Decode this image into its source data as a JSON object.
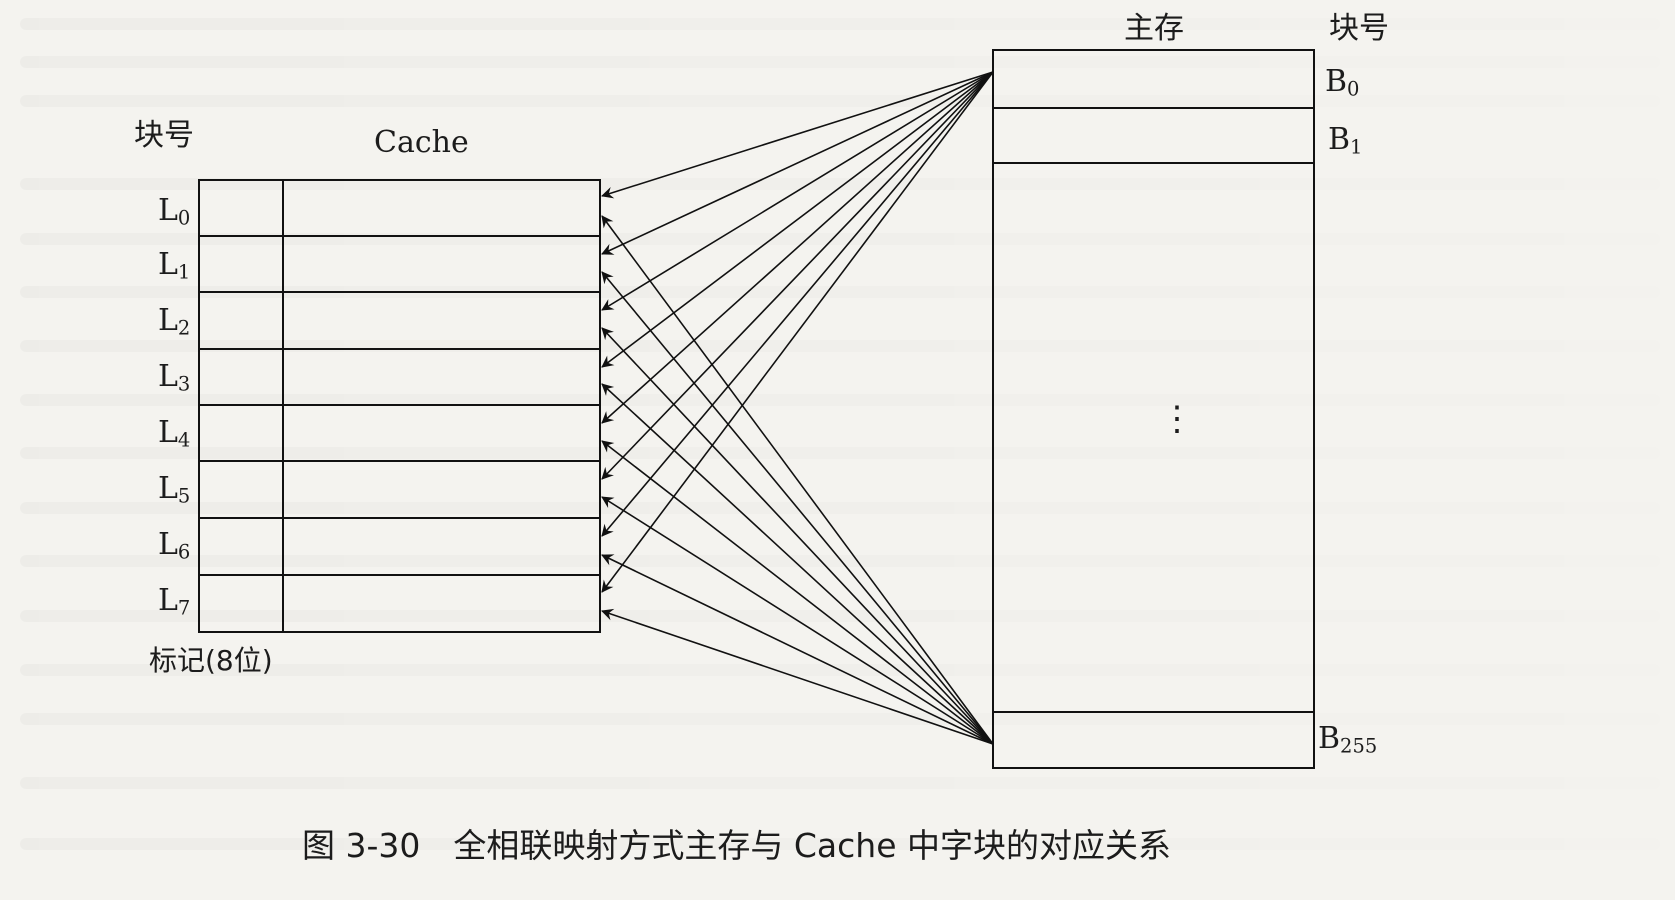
{
  "diagram": {
    "left_header": "块号",
    "cache_label": "Cache",
    "right_header_main": "主存",
    "right_header_block": "块号",
    "tag_label": "标记(8位)",
    "cache_lines": [
      {
        "base": "L",
        "sub": "0"
      },
      {
        "base": "L",
        "sub": "1"
      },
      {
        "base": "L",
        "sub": "2"
      },
      {
        "base": "L",
        "sub": "3"
      },
      {
        "base": "L",
        "sub": "4"
      },
      {
        "base": "L",
        "sub": "5"
      },
      {
        "base": "L",
        "sub": "6"
      },
      {
        "base": "L",
        "sub": "7"
      }
    ],
    "memory_blocks": [
      {
        "base": "B",
        "sub": "0"
      },
      {
        "base": "B",
        "sub": "1"
      },
      {
        "base": "B",
        "sub": "255"
      }
    ],
    "ellipsis": "⋮",
    "caption": "图 3-30　全相联映射方式主存与 Cache 中字块的对应关系"
  }
}
